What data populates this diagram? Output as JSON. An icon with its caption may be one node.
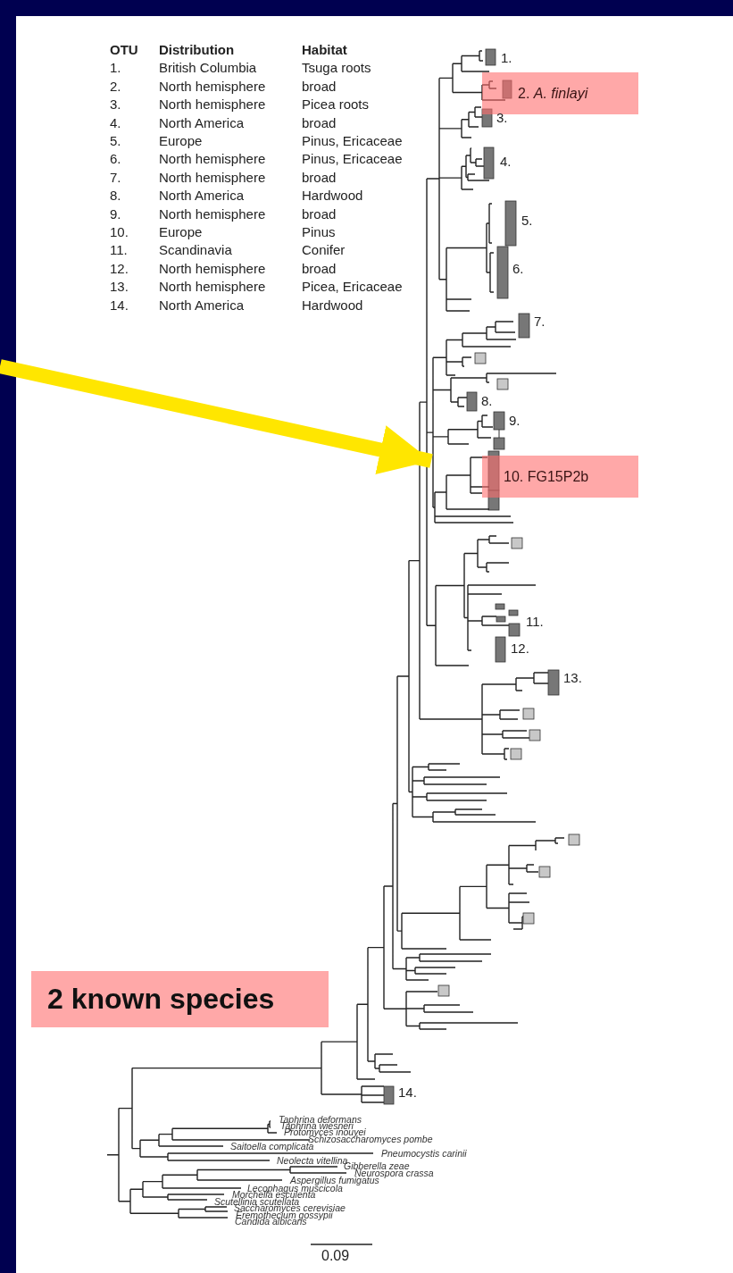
{
  "diagram": {
    "nodes": [
      {
        "text": [
          "2. *A. finlayi*"
        ]
      },
      {
        "text": [
          "10. FG15P2b"
        ]
      },
      {
        "text": [],
        "shape": "picture"
      },
      {
        "text": [
          "2 known species"
        ]
      }
    ],
    "edges": [
      {
        "from": null,
        "to": 2,
        "arrow": "to",
        "color": "#ffe600"
      }
    ],
    "labels": [
      "OTU",
      "Distribution",
      "Habitat",
      "1.",
      "British Columbia",
      "Tsuga roots",
      "2.",
      "North hemisphere",
      "broad",
      "3.",
      "North hemisphere",
      "Picea roots",
      "4.",
      "North America",
      "broad",
      "5.",
      "Europe",
      "Pinus, Ericaceae",
      "6.",
      "North hemisphere",
      "Pinus, Ericaceae",
      "7.",
      "North hemisphere",
      "broad",
      "8.",
      "North America",
      "Hardwood",
      "9.",
      "North hemisphere",
      "broad",
      "10.",
      "Europe",
      "Pinus",
      "11.",
      "Scandinavia",
      "Conifer",
      "12.",
      "North hemisphere",
      "broad",
      "13.",
      "North hemisphere",
      "Picea, Ericaceae",
      "14.",
      "North America",
      "Hardwood",
      "1.",
      "3.",
      "4.",
      "5.",
      "6.",
      "7.",
      "8.",
      "9.",
      "11.",
      "12.",
      "13.",
      "14.",
      "Taphrina deformans",
      "Taphrina wiesneri",
      "Protomyces inouyei",
      "Schizosaccharomyces pombe",
      "Saitoella complicata",
      "Pneumocystis carinii",
      "Neolecta vitellina",
      "Gibberella zeae",
      "Neurospora crassa",
      "Aspergillus fumigatus",
      "Lecophagus muscicola",
      "Morchella esculenta",
      "Scutellinia scutellata",
      "Saccharomyces cerevisiae",
      "Eremothecium gossypii",
      "Candida albicans",
      "0.09"
    ]
  }
}
